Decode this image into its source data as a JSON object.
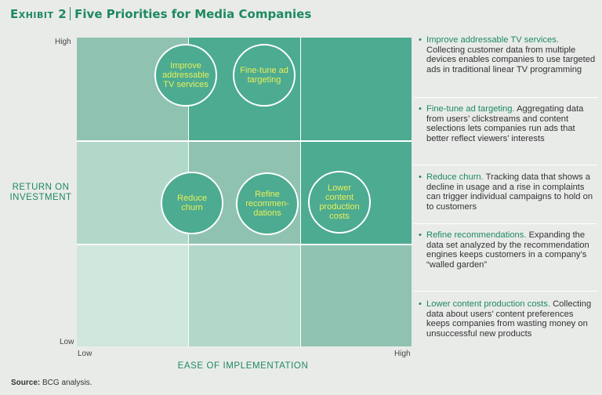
{
  "header": {
    "exhibit_label": "Exhibit 2",
    "title": "Five Priorities for Media Companies"
  },
  "axes": {
    "y_label": "RETURN ON INVESTMENT",
    "y_high": "High",
    "y_low": "Low",
    "x_label": "EASE OF IMPLEMENTATION",
    "x_low": "Low",
    "x_high": "High"
  },
  "grid_colors": [
    "#8fc2b1",
    "#4cab90",
    "#4cab90",
    "#b2d8ca",
    "#8fc2b1",
    "#4cab90",
    "#cfe6dc",
    "#b2d8ca",
    "#8fc2b1"
  ],
  "circles": [
    {
      "label": "Improve addressable TV services",
      "row": 0,
      "col": 0
    },
    {
      "label": "Fine-tune ad targeting",
      "row": 0,
      "col": 1
    },
    {
      "label": "Reduce churn",
      "row": 1,
      "col": 0
    },
    {
      "label": "Refine recommen-dations",
      "row": 1,
      "col": 1
    },
    {
      "label": "Lower content production costs",
      "row": 1,
      "col": 2
    }
  ],
  "descriptions": [
    {
      "highlight": "Improve addressable TV services.",
      "text": " Collecting customer data from multiple devices enables companies to use targeted ads in traditional linear TV programming"
    },
    {
      "highlight": "Fine-tune ad targeting.",
      "text": " Aggregating data from users’ clickstreams and content selections lets companies run ads that better reflect viewers’ interests"
    },
    {
      "highlight": "Reduce churn.",
      "text": " Tracking data that shows a decline in usage and a rise in complaints can trigger individual campaigns to hold on to customers"
    },
    {
      "highlight": "Refine recommendations.",
      "text": " Expanding the data set analyzed by the recommendation engines keeps customers in a company’s “walled garden”"
    },
    {
      "highlight": "Lower content production costs.",
      "text": " Collecting data about users’ content preferences keeps companies from wasting money on unsuccessful new products"
    }
  ],
  "bullet": "•",
  "source": {
    "label": "Source:",
    "text": " BCG analysis."
  }
}
